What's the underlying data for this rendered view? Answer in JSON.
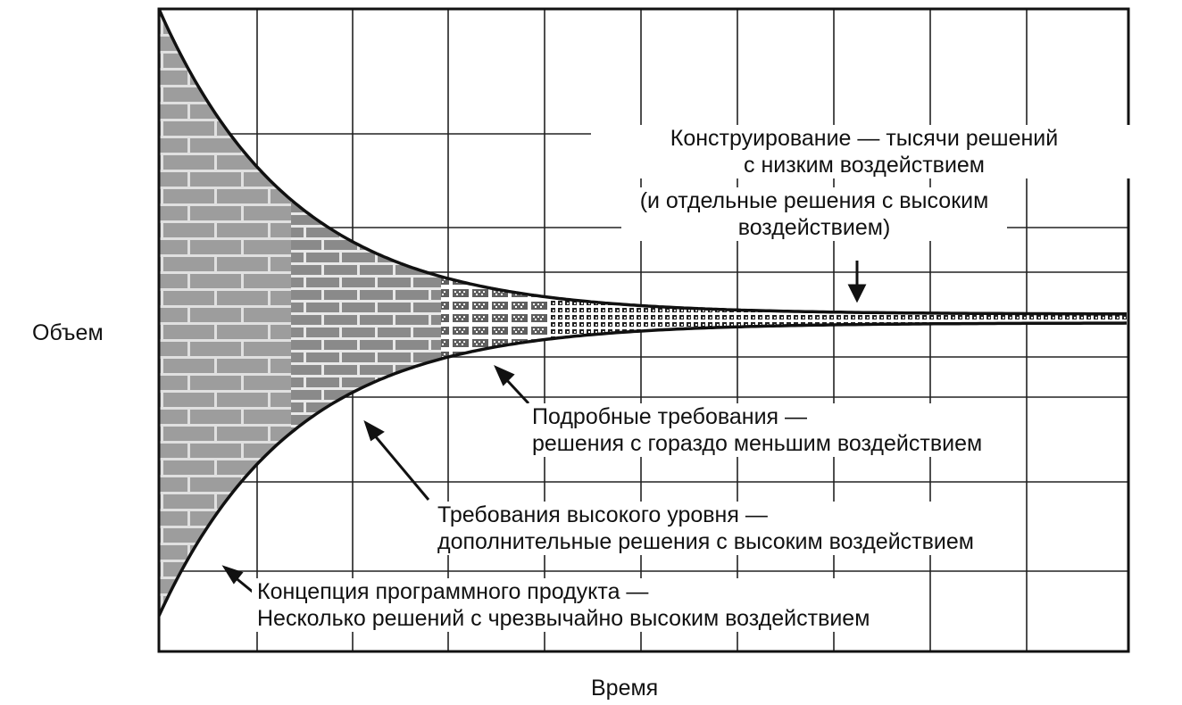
{
  "axes": {
    "y_label": "Объем",
    "x_label": "Время"
  },
  "annotations": {
    "construction": {
      "line1": "Конструирование — тысячи решений",
      "line2": "с низким воздействием",
      "line3": "(и отдельные решения с высоким",
      "line4": "воздействием)"
    },
    "detailed_requirements": {
      "line1": "Подробные требования —",
      "line2": "решения с гораздо меньшим воздействием"
    },
    "high_level_requirements": {
      "line1": "Требования высокого уровня —",
      "line2": "дополнительные решения с высоким воздействием"
    },
    "product_concept": {
      "line1": "Концепция программного продукта —",
      "line2": "Несколько решений с чрезвычайно высоким воздействием"
    }
  },
  "colors": {
    "frame": "#111111",
    "grid": "#222222",
    "concept_fill": "#9a9a9a",
    "high_level_fill": "#8c8c8c",
    "detailed_fill": "#777777",
    "construction_dots": "#222222"
  }
}
